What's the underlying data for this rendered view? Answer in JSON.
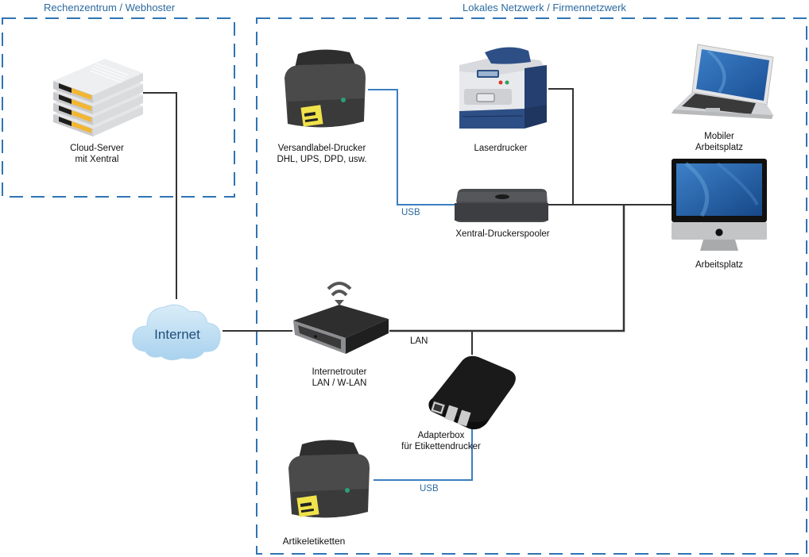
{
  "zones": {
    "datacenter": {
      "title": "Rechenzentrum / Webhoster"
    },
    "local": {
      "title": "Lokales Netzwerk / Firmennetzwerk"
    }
  },
  "devices": {
    "cloud_server": {
      "line1": "Cloud-Server",
      "line2": "mit Xentral"
    },
    "shipping_printer": {
      "line1": "Versandlabel-Drucker",
      "line2": "DHL, UPS, DPD, usw."
    },
    "laser_printer": {
      "line1": "Laserdrucker"
    },
    "laptop": {
      "line1": "Mobiler",
      "line2": "Arbeitsplatz"
    },
    "desktop": {
      "line1": "Arbeitsplatz"
    },
    "spooler": {
      "line1": "Xentral-Druckerspooler"
    },
    "internet": {
      "line1": "Internet"
    },
    "router": {
      "line1": "Internetrouter",
      "line2": "LAN / W-LAN"
    },
    "adapter_box": {
      "line1": "Adapterbox",
      "line2": "für Etikettendrucker"
    },
    "label_printer": {
      "line1": "Artikeletiketten"
    }
  },
  "connections": {
    "usb_top": "USB",
    "usb_bottom": "USB",
    "lan": "LAN"
  },
  "colors": {
    "zone_border": "#2f74b5",
    "usb_line": "#3b7fc0",
    "lan_line": "#333333",
    "zone_title": "#2c6aa0"
  }
}
